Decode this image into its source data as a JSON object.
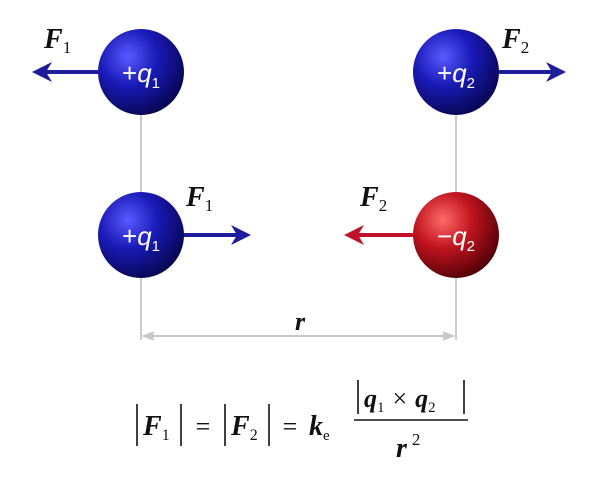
{
  "colors": {
    "positive_charge": "#1a1aa8",
    "negative_charge": "#b3141e",
    "arrow_blue": "#1c1c9c",
    "arrow_red": "#c0102a",
    "guide_line": "#cccccc"
  },
  "top_row": {
    "left_charge": {
      "sign": "+",
      "symbol": "q",
      "subscript": "1"
    },
    "right_charge": {
      "sign": "+",
      "symbol": "q",
      "subscript": "2"
    },
    "left_force": {
      "symbol": "F",
      "subscript": "1"
    },
    "right_force": {
      "symbol": "F",
      "subscript": "2"
    }
  },
  "bottom_row": {
    "left_charge": {
      "sign": "+",
      "symbol": "q",
      "subscript": "1"
    },
    "right_charge": {
      "sign": "−",
      "symbol": "q",
      "subscript": "2"
    },
    "left_force": {
      "symbol": "F",
      "subscript": "1"
    },
    "right_force": {
      "symbol": "F",
      "subscript": "2"
    }
  },
  "distance_label": "r",
  "formula": {
    "lhs_force": {
      "symbol": "F",
      "subscript": "1"
    },
    "mid_force": {
      "symbol": "F",
      "subscript": "2"
    },
    "equals": "=",
    "constant": {
      "symbol": "k",
      "subscript": "e"
    },
    "numerator": {
      "q1": "q",
      "q1_sub": "1",
      "times": "×",
      "q2": "q",
      "q2_sub": "2"
    },
    "denominator": {
      "symbol": "r",
      "exponent": "2"
    }
  }
}
